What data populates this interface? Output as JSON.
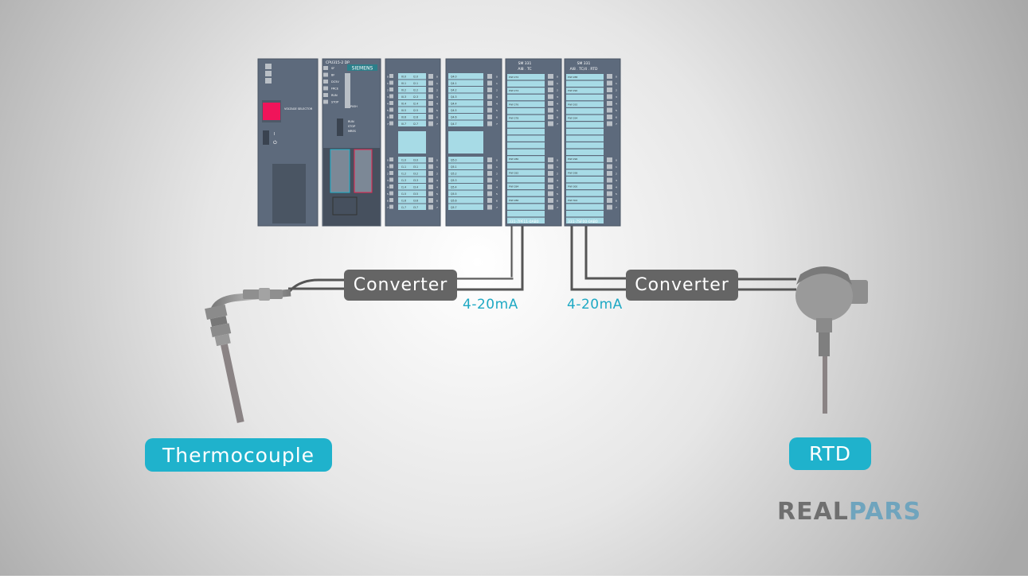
{
  "colors": {
    "accent": "#1fb2cc",
    "converter": "#656565",
    "module": "#5d6a7c",
    "slot": "#a7dbe6",
    "led": "#b9bfc6",
    "psu_button": "#f0145a",
    "logo_gray": "#6f6f6f",
    "logo_blue": "#6fa4bd"
  },
  "labels": {
    "thermocouple": "Thermocouple",
    "rtd": "RTD",
    "converter_left": "Converter",
    "converter_right": "Converter",
    "current_left": "4-20mA",
    "current_right": "4-20mA"
  },
  "logo": {
    "part1": "REAL",
    "part2": "PARS"
  },
  "plc": {
    "psu": {
      "voltage_selector": "VOLTAGE SELECTOR",
      "switch_on": "I",
      "power_icon": "power-icon"
    },
    "cpu": {
      "model": "CPU315-2 DP",
      "brand": "SIEMENS",
      "leds": [
        "SF",
        "BF",
        "DC5V",
        "FRCE",
        "RUN",
        "STOP"
      ],
      "push": "PUSH",
      "modes": [
        "RUN",
        "STOP",
        "MRES"
      ]
    },
    "di": {
      "left_top": [
        "I0.0",
        "I0.1",
        "I0.2",
        "I0.3",
        "I0.4",
        "I0.5",
        "I0.6",
        "I0.7"
      ],
      "right_top": [
        "I2.0",
        "I2.1",
        "I2.2",
        "I2.3",
        "I2.4",
        "I2.5",
        "I2.6",
        "I2.7"
      ],
      "left_bottom": [
        "I1.0",
        "I1.1",
        "I1.2",
        "I1.3",
        "I1.4",
        "I1.5",
        "I1.6",
        "I1.7"
      ],
      "right_bottom": [
        "I3.0",
        "I3.1",
        "I3.2",
        "I3.3",
        "I3.4",
        "I3.5",
        "I3.6",
        "I3.7"
      ]
    },
    "do": {
      "top": [
        "Q4.0",
        "Q4.1",
        "Q4.2",
        "Q4.3",
        "Q4.4",
        "Q4.5",
        "Q4.6",
        "Q4.7"
      ],
      "bottom": [
        "Q5.0",
        "Q5.1",
        "Q5.2",
        "Q5.3",
        "Q5.4",
        "Q5.5",
        "Q5.6",
        "Q5.7"
      ]
    },
    "channels": [
      "0",
      "1",
      "2",
      "3",
      "4",
      "5",
      "6",
      "7"
    ],
    "ai_tc": {
      "title": "SM 331",
      "subtitle": "AI8 . TC",
      "addresses": [
        "PIW 272",
        "PIW 274",
        "PIW 276",
        "PIW 278",
        "PIW 280",
        "PIW 282",
        "PIW 284",
        "PIW 286"
      ],
      "part_number": "331-7PF11-0AB0"
    },
    "ai_rtd": {
      "title": "SM 331",
      "subtitle": "AI8 . TC/4 . RTD",
      "addresses": [
        "PIW 288",
        "PIW 290",
        "PIW 292",
        "PIW 294",
        "PIW 296",
        "PIW 298",
        "PIW 300",
        "PIW 302"
      ],
      "part_number": "331-7SF00-0AB0"
    }
  }
}
